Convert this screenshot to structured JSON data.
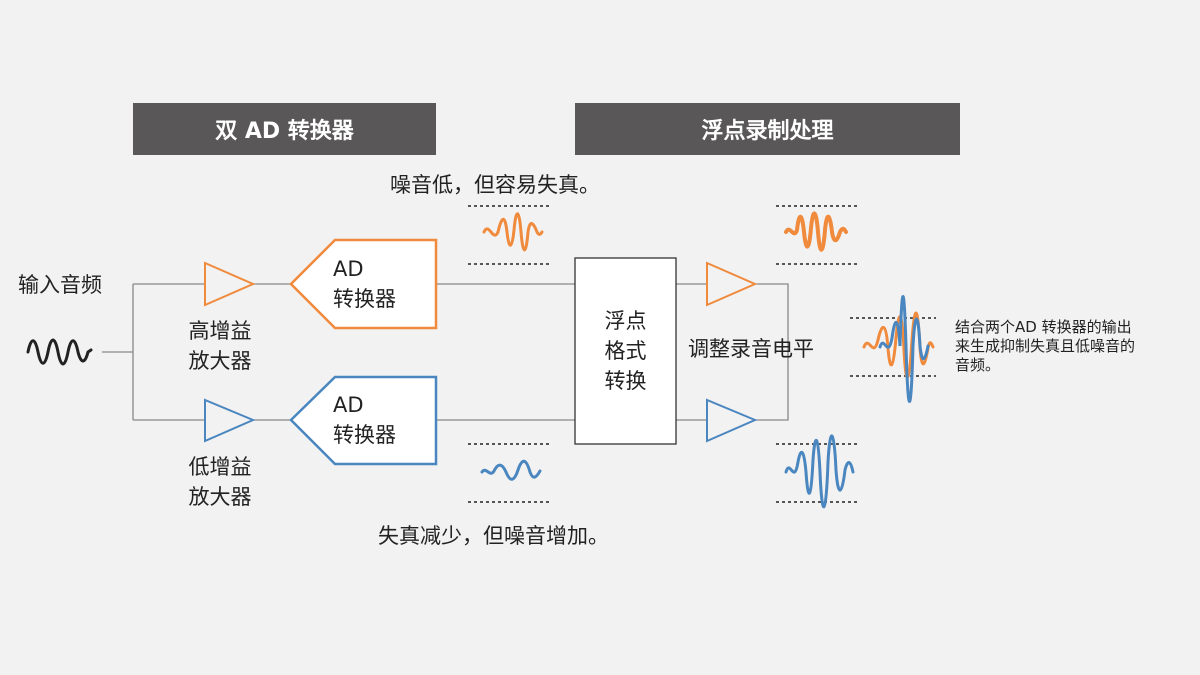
{
  "header": {
    "dual_ad": "双 AD 转换器",
    "float_processing": "浮点录制处理"
  },
  "labels": {
    "input_audio": "输入音频",
    "high_gain_amp_line1": "高增益",
    "high_gain_amp_line2": "放大器",
    "low_gain_amp_line1": "低增益",
    "low_gain_amp_line2": "放大器",
    "ad_top_line1": "AD",
    "ad_top_line2": "转换器",
    "ad_bottom_line1": "AD",
    "ad_bottom_line2": "转换器",
    "float_line1": "浮点",
    "float_line2": "格式",
    "float_line3": "转换",
    "adjust_level": "调整录音电平",
    "top_note": "噪音低，但容易失真。",
    "bottom_note": "失真减少，但噪音增加。",
    "combine_line1": "结合两个AD 转换器的输出",
    "combine_line2": "来生成抑制失真且低噪音的",
    "combine_line3": "音频。"
  },
  "colors": {
    "orange": "#f08a3c",
    "blue": "#4a86bf",
    "line": "#888888",
    "header_bg": "#595757"
  }
}
